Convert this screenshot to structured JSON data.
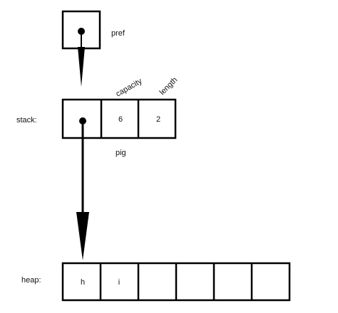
{
  "pref_label": "pref",
  "stack": {
    "label": "stack:",
    "capacity_label": "capacity",
    "length_label": "length",
    "capacity_value": "6",
    "length_value": "2",
    "name": "pig"
  },
  "heap": {
    "label": "heap:",
    "cells": [
      "h",
      "i",
      "",
      "",
      "",
      ""
    ]
  },
  "colors": {
    "stroke": "#000000",
    "text": "#111111",
    "background": "#ffffff"
  }
}
